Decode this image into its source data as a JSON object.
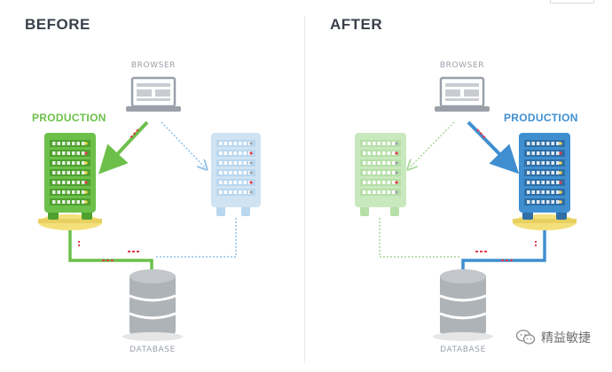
{
  "panels": [
    {
      "title": "BEFORE",
      "browser_label": "BROWSER",
      "production_label": "PRODUCTION",
      "database_label": "DATABASE"
    },
    {
      "title": "AFTER",
      "browser_label": "BROWSER",
      "production_label": "PRODUCTION",
      "database_label": "DATABASE"
    }
  ],
  "colors": {
    "green": "#6cc04a",
    "green_dark": "#4fa12f",
    "green_pale": "#c8e8bd",
    "blue": "#3f8fd0",
    "blue_dark": "#2f6fa6",
    "blue_pale": "#cfe3f3",
    "yellow": "#f4e07a",
    "red_dash": "#e23a4c",
    "gray": "#aeb3b8",
    "gray_dark": "#8b9096"
  },
  "watermark": {
    "icon": "wechat-icon",
    "text": "精益敏捷"
  }
}
